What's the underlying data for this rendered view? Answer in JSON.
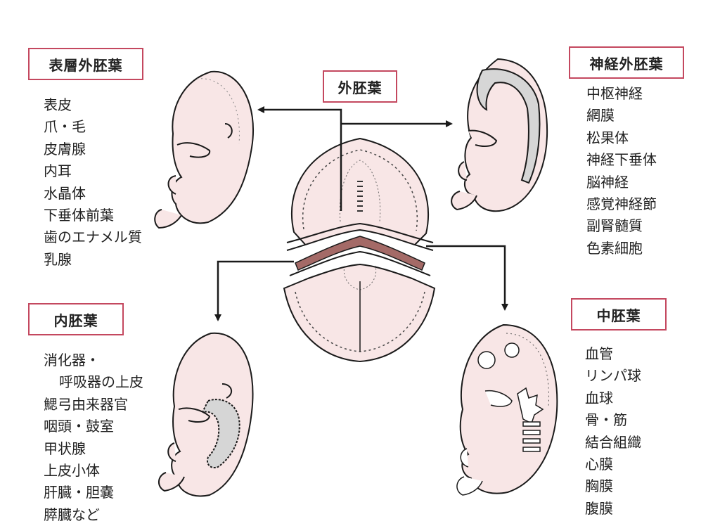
{
  "center_label": "外胚葉",
  "groups": {
    "surface_ectoderm": {
      "title": "表層外胚葉",
      "items": [
        "表皮",
        "爪・毛",
        "皮膚腺",
        "内耳",
        "水晶体",
        "下垂体前葉",
        "歯のエナメル質",
        "乳腺"
      ]
    },
    "neural_ectoderm": {
      "title": "神経外胚葉",
      "items": [
        "中枢神経",
        "網膜",
        "松果体",
        "神経下垂体",
        "脳神経",
        "感覚神経節",
        "副腎髄質",
        "色素細胞"
      ]
    },
    "endoderm": {
      "title": "内胚葉",
      "items": [
        "消化器・",
        "呼吸器の上皮",
        "鰓弓由来器官",
        "咽頭・鼓室",
        "甲状腺",
        "上皮小体",
        "肝臓・胆嚢",
        "膵臓など"
      ]
    },
    "mesoderm": {
      "title": "中胚葉",
      "items": [
        "血管",
        "リンパ球",
        "血球",
        "骨・筋",
        "結合組織",
        "心膜",
        "胸膜",
        "腹膜"
      ]
    }
  },
  "colors": {
    "box_border": "#c4485f",
    "embryo_fill": "#f8e6e6",
    "mesoderm_band": "#a46a67",
    "neural_fill": "#d6d6d6",
    "line": "#1a1a1a"
  }
}
